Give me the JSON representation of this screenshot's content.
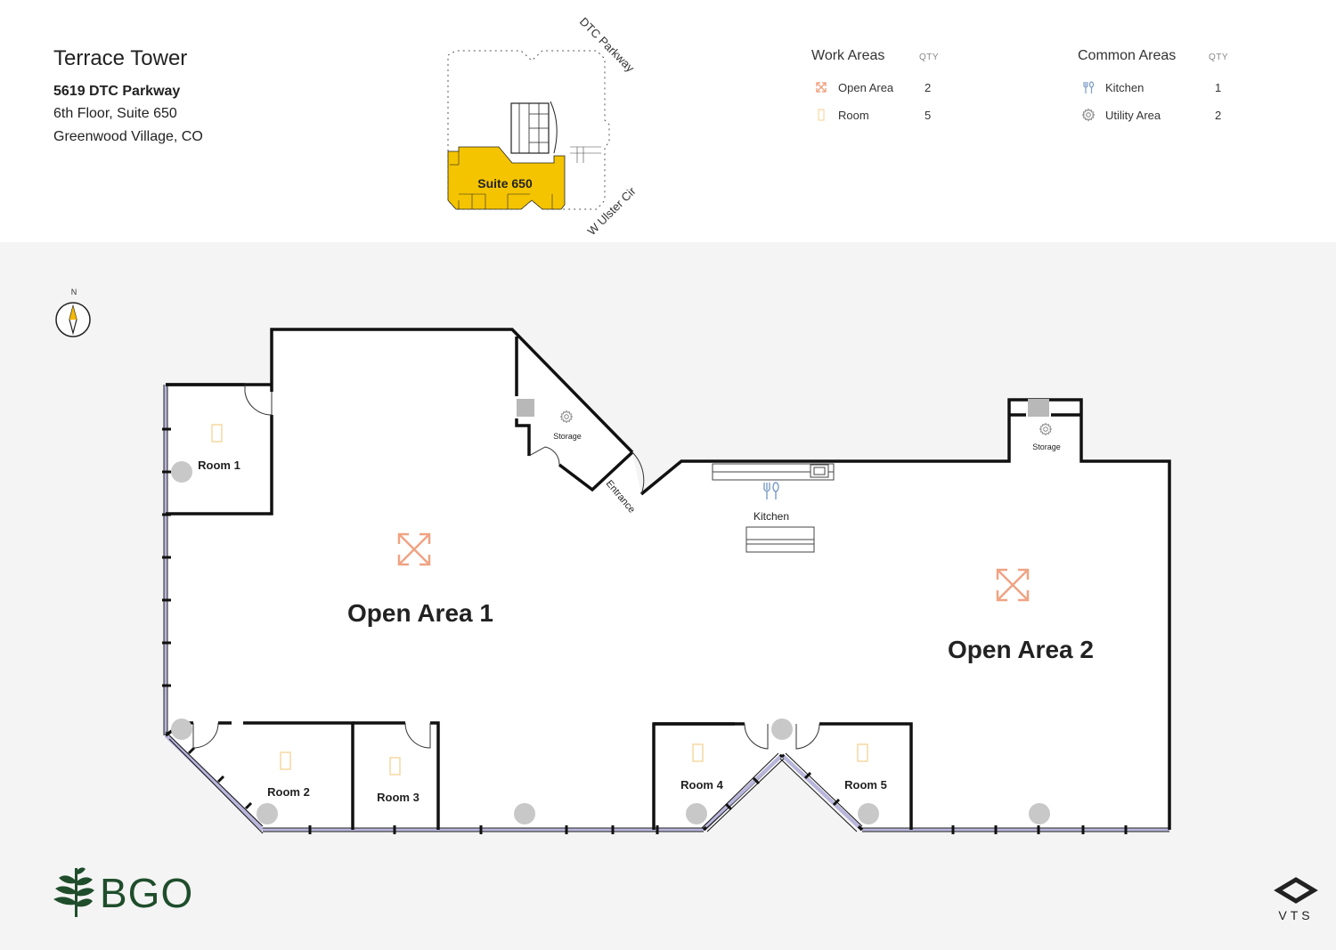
{
  "building": {
    "name": "Terrace Tower",
    "address": "5619 DTC Parkway",
    "floor_suite": "6th Floor, Suite 650",
    "city": "Greenwood Village, CO"
  },
  "keyplan": {
    "suite_label": "Suite 650",
    "street_1": "DTC Parkway",
    "street_2": "W Ulster Cir",
    "highlight_color": "#F5C400"
  },
  "legend": {
    "work_areas": {
      "title": "Work Areas",
      "qty_header": "QTY",
      "items": [
        {
          "label": "Open Area",
          "qty": "2",
          "icon": "open-area-icon"
        },
        {
          "label": "Room",
          "qty": "5",
          "icon": "room-icon"
        }
      ]
    },
    "common_areas": {
      "title": "Common Areas",
      "qty_header": "QTY",
      "items": [
        {
          "label": "Kitchen",
          "qty": "1",
          "icon": "kitchen-icon"
        },
        {
          "label": "Utility Area",
          "qty": "2",
          "icon": "gear-icon"
        }
      ]
    }
  },
  "floorplan": {
    "compass_label": "N",
    "areas": {
      "open_area_1": "Open Area 1",
      "open_area_2": "Open Area 2",
      "room_1": "Room 1",
      "room_2": "Room 2",
      "room_3": "Room 3",
      "room_4": "Room 4",
      "room_5": "Room 5",
      "storage_1": "Storage",
      "storage_2": "Storage",
      "kitchen": "Kitchen",
      "entrance": "Entrance"
    },
    "colors": {
      "wall": "#111111",
      "window": "#b9b6dc",
      "open_area_icon": "#f0a383",
      "room_icon": "#f6d9a2",
      "column": "#c8c8c8"
    }
  },
  "branding": {
    "bgo_logo_text": "BGO",
    "bgo_color": "#1f4d2b",
    "vts_logo_text": "VTS"
  }
}
